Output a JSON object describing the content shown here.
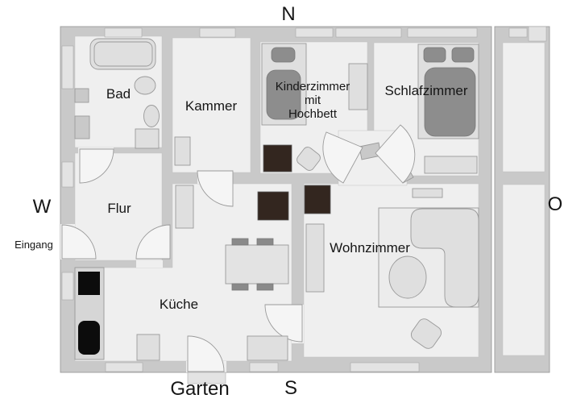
{
  "plan": {
    "compass": {
      "north": "N",
      "south": "S",
      "west": "W",
      "east": "O"
    },
    "outside": {
      "entrance_label": "Eingang",
      "garden_label": "Garten"
    },
    "rooms": {
      "bad": {
        "name": "Bad"
      },
      "kammer": {
        "name": "Kammer"
      },
      "kinderzimmer": {
        "name_lines": [
          "Kinderzimmer",
          "mit",
          "Hochbett"
        ]
      },
      "schlafzimmer": {
        "name": "Schlafzimmer"
      },
      "flur": {
        "name": "Flur"
      },
      "wohnzimmer": {
        "name": "Wohnzimmer"
      },
      "kueche": {
        "name": "Küche"
      }
    },
    "colors": {
      "wall": "#c9c9c9",
      "floor": "#efefef",
      "window": "#e3e3e3",
      "door_leaf": "#f5f5f5",
      "furniture_light": "#dfdfdf",
      "furniture_dark": "#8d8d8d",
      "carpet": "#ececec",
      "counter": "#d6d6d6",
      "table": "#e3e3e3",
      "chair": "#8a8a8a",
      "stove_dark": "#33261f",
      "appliance_black": "#0c0c0c"
    }
  }
}
